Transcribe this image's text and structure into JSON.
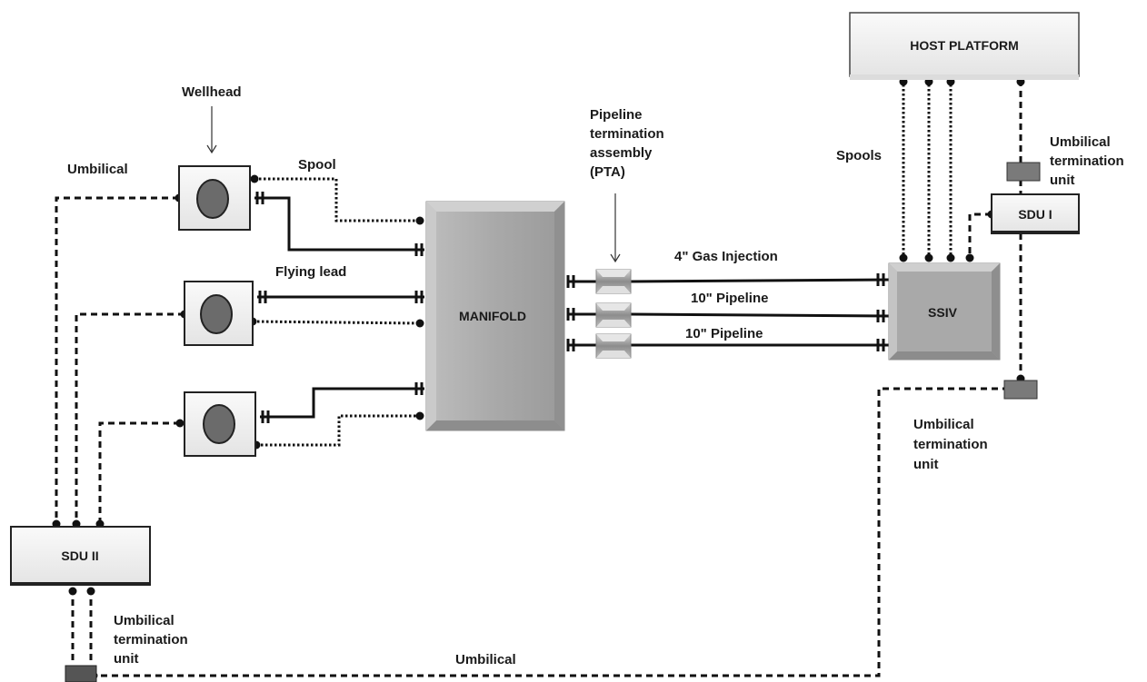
{
  "nodes": {
    "host_platform": "HOST PLATFORM",
    "manifold": "MANIFOLD",
    "ssiv": "SSIV",
    "sdu_1": "SDU I",
    "sdu_2": "SDU II"
  },
  "labels": {
    "wellhead": "Wellhead",
    "spool": "Spool",
    "spools": "Spools",
    "flying_lead": "Flying lead",
    "umbilical_left": "Umbilical",
    "umbilical_bottom": "Umbilical",
    "pta": [
      "Pipeline",
      "termination",
      "assembly",
      "(PTA)"
    ],
    "gas_injection": "4\" Gas Injection",
    "pipeline_1": "10\" Pipeline",
    "pipeline_2": "10\" Pipeline",
    "utu_top": [
      "Umbilical",
      "termination",
      "unit"
    ],
    "utu_right": [
      "Umbilical",
      "termination",
      "unit"
    ],
    "utu_bottom": [
      "Umbilical",
      "termination",
      "unit"
    ]
  }
}
